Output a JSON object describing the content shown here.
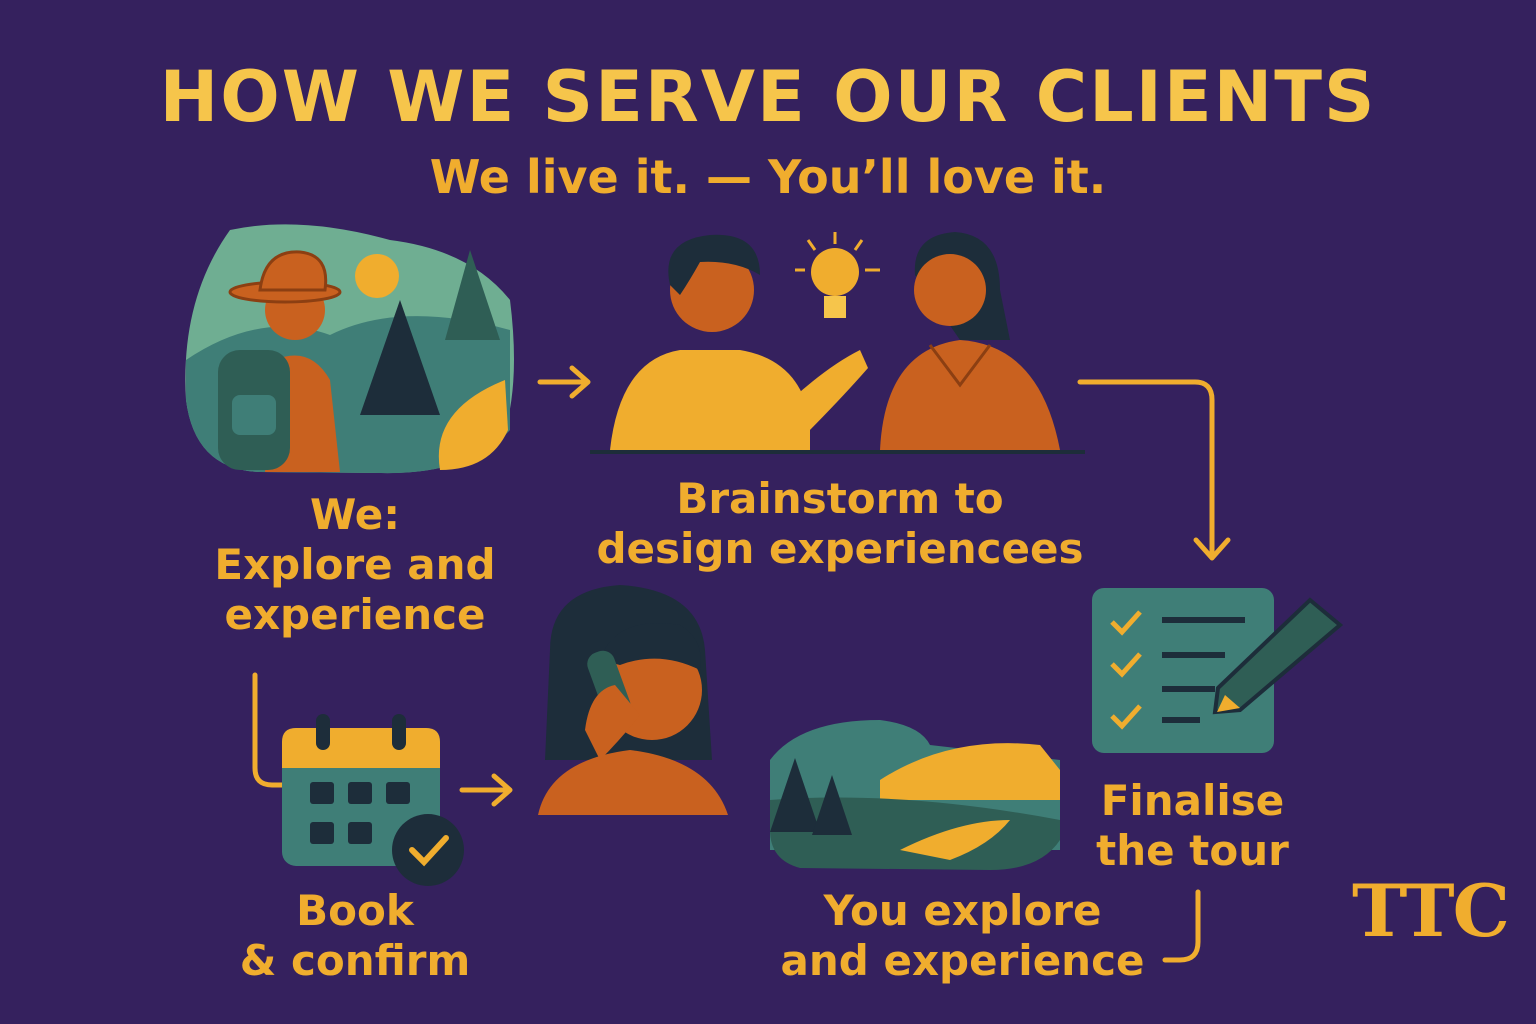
{
  "header": {
    "title": "HOW WE SERVE OUR CLIENTS",
    "subtitle": "We live it. — You’ll love it."
  },
  "steps": [
    {
      "lines": [
        "We:",
        "Explore and",
        "experience"
      ],
      "icon": "hiker-landscape-icon"
    },
    {
      "lines": [
        "Brainstorm to",
        "design experiencees"
      ],
      "icon": "brainstorm-people-icon"
    },
    {
      "lines": [
        "Finalise",
        "the tour"
      ],
      "icon": "checklist-pencil-icon"
    },
    {
      "lines": [
        "You explore",
        "and experience"
      ],
      "icon": "landscape-river-icon"
    },
    {
      "lines": [],
      "icon": "woman-phone-icon"
    },
    {
      "lines": [
        "Book",
        "& confirm"
      ],
      "icon": "calendar-check-icon"
    }
  ],
  "brand": {
    "logo": "TTC"
  },
  "colors": {
    "background": "#35215e",
    "accent": "#f0ad2e",
    "title": "#f6c54b",
    "teal": "#3f7e77",
    "orange": "#c9611f"
  }
}
